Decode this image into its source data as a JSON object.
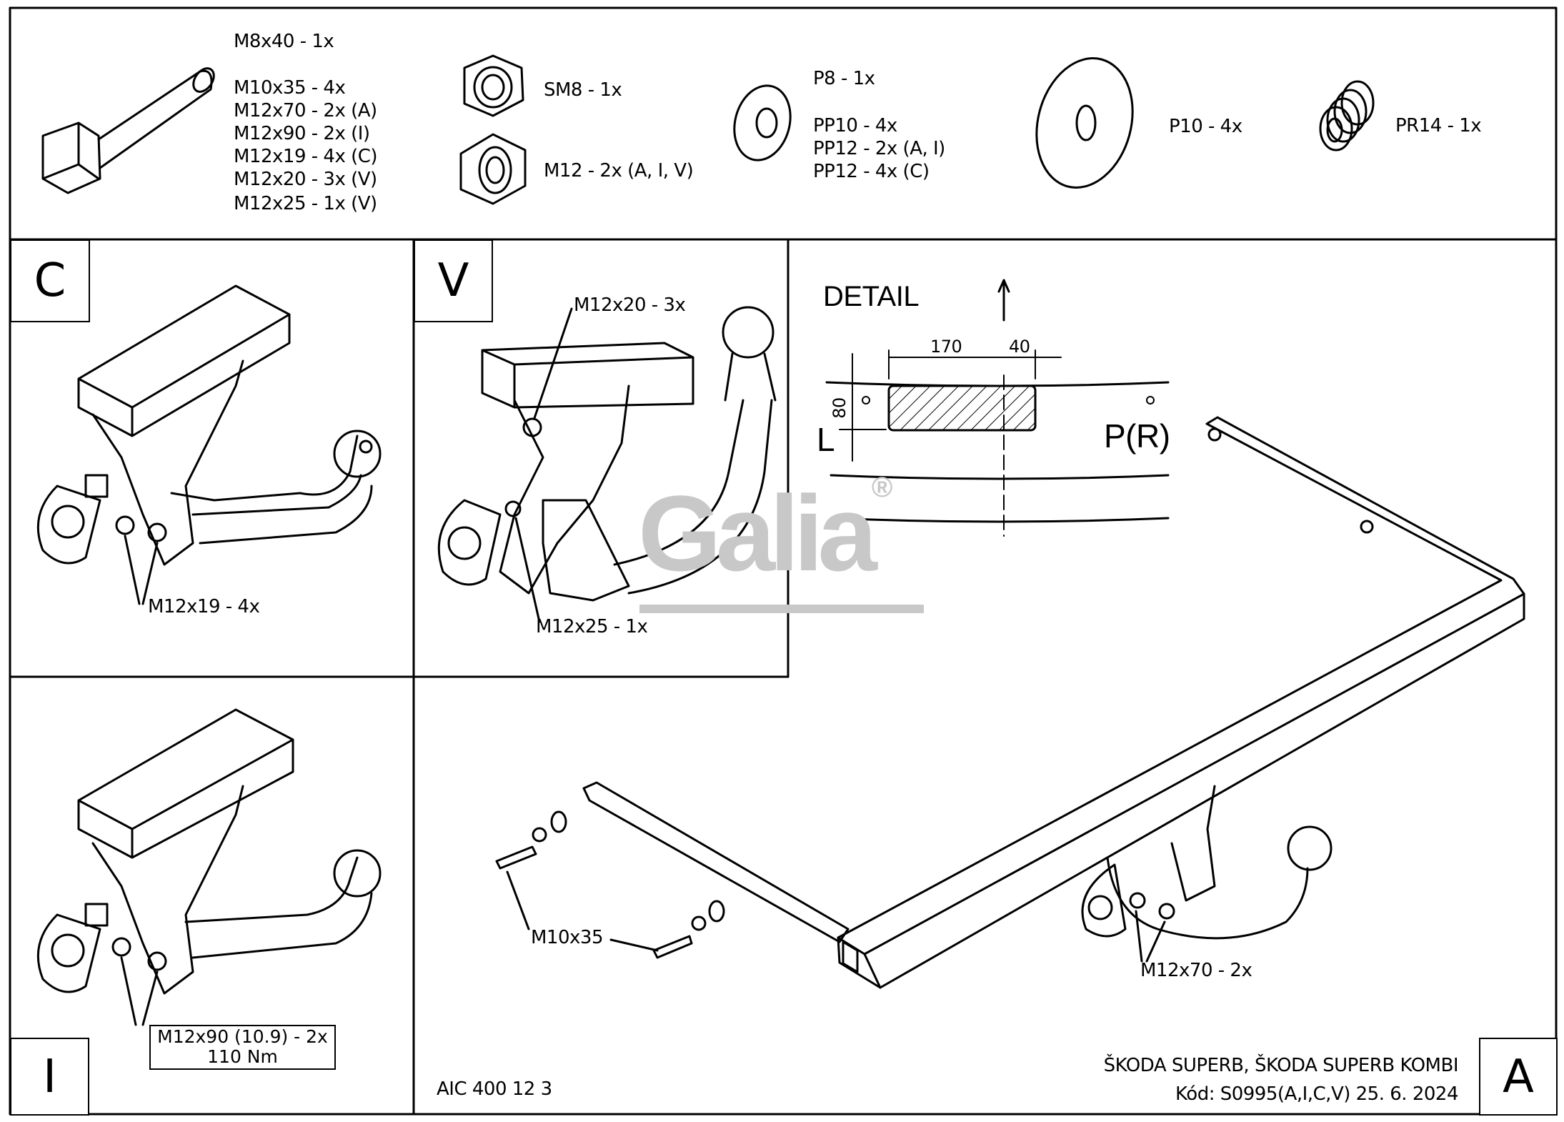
{
  "parts": {
    "bolts": [
      "M8x40 - 1x",
      "M10x35 - 4x",
      "M12x70 - 2x (A)",
      "M12x90 - 2x (I)",
      "M12x19 - 4x (C)",
      "M12x20 - 3x (V)",
      "M12x25 - 1x (V)"
    ],
    "self_locking_nut": "SM8 - 1x",
    "nut": "M12 - 2x (A, I, V)",
    "washers": [
      "P8 - 1x",
      "PP10 - 4x",
      "PP12 - 2x (A, I)",
      "PP12 - 4x (C)"
    ],
    "large_washer": "P10 - 4x",
    "spring_washer": "PR14 - 1x"
  },
  "panels": {
    "c": {
      "label": "C",
      "callout": "M12x19 - 4x"
    },
    "v": {
      "label": "V",
      "callout_top": "M12x20 - 3x",
      "callout_bottom": "M12x25 - 1x"
    },
    "i": {
      "label": "I",
      "callout_line1": "M12x90 (10.9) - 2x",
      "callout_line2": "110 Nm"
    },
    "a": {
      "label": "A",
      "callout_bolts": "M10x35",
      "callout_hook": "M12x70 - 2x"
    }
  },
  "detail": {
    "title": "DETAIL",
    "dim_width": "170",
    "dim_offset": "40",
    "dim_height": "80",
    "left_label": "L",
    "right_label": "P(R)"
  },
  "watermark": {
    "brand": "Galia",
    "mark": "®"
  },
  "footer": {
    "drawing_no": "AIC 400 12 3",
    "vehicle": "ŠKODA SUPERB, ŠKODA SUPERB KOMBI",
    "code_date": "Kód: S0995(A,I,C,V)  25. 6. 2024"
  }
}
